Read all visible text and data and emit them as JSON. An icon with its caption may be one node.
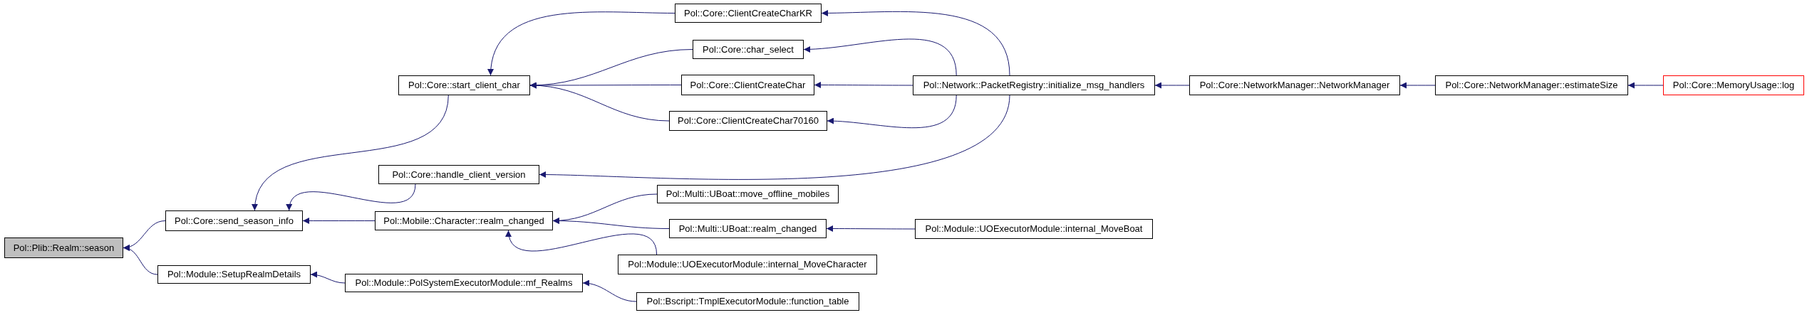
{
  "diagram": {
    "nodes": [
      {
        "text": [
          "Pol::Plib::Realm::season"
        ]
      },
      {
        "text": [
          "Pol::Core::send_season_info"
        ]
      },
      {
        "text": [
          "Pol::Module::SetupRealmDetails"
        ]
      },
      {
        "text": [
          "Pol::Core::start_client_char"
        ]
      },
      {
        "text": [
          "Pol::Core::handle_client_version"
        ]
      },
      {
        "text": [
          "Pol::Mobile::Character::realm_changed"
        ]
      },
      {
        "text": [
          "Pol::Module::PolSystemExecutorModule::mf_Realms"
        ]
      },
      {
        "text": [
          "Pol::Core::ClientCreateCharKR"
        ]
      },
      {
        "text": [
          "Pol::Core::char_select"
        ]
      },
      {
        "text": [
          "Pol::Core::ClientCreateChar"
        ]
      },
      {
        "text": [
          "Pol::Core::ClientCreateChar70160"
        ]
      },
      {
        "text": [
          "Pol::Multi::UBoat::move_offline_mobiles"
        ]
      },
      {
        "text": [
          "Pol::Multi::UBoat::realm_changed"
        ]
      },
      {
        "text": [
          "Pol::Module::UOExecutorModule::internal_MoveCharacter"
        ]
      },
      {
        "text": [
          "Pol::Bscript::TmplExecutorModule::function_table"
        ]
      },
      {
        "text": [
          "Pol::Network::PacketRegistry::initialize_msg_handlers"
        ]
      },
      {
        "text": [
          "Pol::Core::NetworkManager::NetworkManager"
        ]
      },
      {
        "text": [
          "Pol::Core::NetworkManager::estimateSize"
        ]
      },
      {
        "text": [
          "Pol::Core::MemoryUsage::log"
        ]
      },
      {
        "text": [
          "Pol::Module::UOExecutorModule::internal_MoveBoat"
        ]
      }
    ],
    "edges": [
      {
        "from": 1,
        "to": 0,
        "arrow": "to"
      },
      {
        "from": 2,
        "to": 0,
        "arrow": "to"
      },
      {
        "from": 3,
        "to": 1,
        "arrow": "to"
      },
      {
        "from": 4,
        "to": 1,
        "arrow": "to"
      },
      {
        "from": 5,
        "to": 1,
        "arrow": "to"
      },
      {
        "from": 6,
        "to": 2,
        "arrow": "to"
      },
      {
        "from": 7,
        "to": 3,
        "arrow": "to"
      },
      {
        "from": 8,
        "to": 3,
        "arrow": "to"
      },
      {
        "from": 9,
        "to": 3,
        "arrow": "to"
      },
      {
        "from": 10,
        "to": 3,
        "arrow": "to"
      },
      {
        "from": 15,
        "to": 7,
        "arrow": "to"
      },
      {
        "from": 15,
        "to": 8,
        "arrow": "to"
      },
      {
        "from": 15,
        "to": 9,
        "arrow": "to"
      },
      {
        "from": 15,
        "to": 10,
        "arrow": "to"
      },
      {
        "from": 15,
        "to": 4,
        "arrow": "to"
      },
      {
        "from": 11,
        "to": 5,
        "arrow": "to"
      },
      {
        "from": 12,
        "to": 5,
        "arrow": "to"
      },
      {
        "from": 13,
        "to": 5,
        "arrow": "to"
      },
      {
        "from": 14,
        "to": 6,
        "arrow": "to"
      },
      {
        "from": 19,
        "to": 12,
        "arrow": "to"
      },
      {
        "from": 16,
        "to": 15,
        "arrow": "to"
      },
      {
        "from": 17,
        "to": 16,
        "arrow": "to"
      },
      {
        "from": 18,
        "to": 17,
        "arrow": "to"
      }
    ]
  }
}
